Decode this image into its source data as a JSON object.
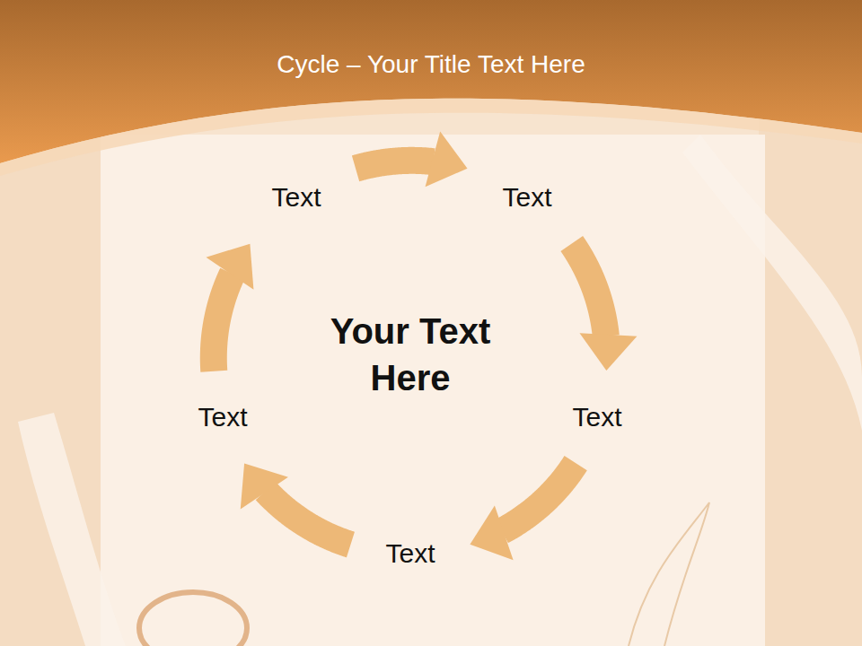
{
  "diagram": {
    "title": "Cycle – Your Title Text Here",
    "nodes": [
      {
        "text": [
          "Text"
        ]
      },
      {
        "text": [
          "Text"
        ]
      },
      {
        "text": [
          "Text"
        ]
      },
      {
        "text": [
          "Text"
        ]
      },
      {
        "text": [
          "Text"
        ]
      }
    ],
    "edges": [
      {
        "from": 0,
        "to": 1,
        "arrow": "to"
      },
      {
        "from": 1,
        "to": 3,
        "arrow": "to"
      },
      {
        "from": 3,
        "to": 4,
        "arrow": "to"
      },
      {
        "from": 4,
        "to": 2,
        "arrow": "to"
      },
      {
        "from": 2,
        "to": 0,
        "arrow": "to"
      }
    ],
    "labels": [
      "Your Text Here"
    ]
  }
}
